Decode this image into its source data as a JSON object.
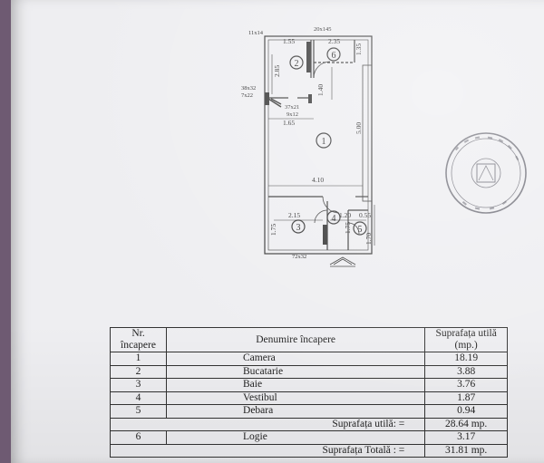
{
  "plan": {
    "dims": {
      "w1_55": "1.55",
      "w2_35": "2.35",
      "h2_85": "2.85",
      "h1_40": "1.40",
      "w1_65": "1.65",
      "h5_00": "5.00",
      "w4_10": "4.10",
      "w2_15": "2.15",
      "w1_20": "1.20",
      "w0_55": "0.55",
      "h1_75a": "1.75",
      "h1_75b": "1.75",
      "h1_70": "1.70",
      "h1_35": "1.35"
    },
    "openings": {
      "o11x14": "11x14",
      "o20x145": "20x145",
      "o38x32": "38x32",
      "o7x22": "7x22",
      "o37x21": "37x21",
      "o9x12": "9x12",
      "o72x32": "72x32"
    },
    "rooms": [
      "1",
      "2",
      "3",
      "4",
      "5",
      "6"
    ]
  },
  "table": {
    "headers": {
      "nr": "Nr. încapere",
      "name": "Denumire încapere",
      "area": "Suprafața utilă (mp.)"
    },
    "rows": [
      {
        "nr": "1",
        "name": "Camera",
        "area": "18.19"
      },
      {
        "nr": "2",
        "name": "Bucatarie",
        "area": "3.88"
      },
      {
        "nr": "3",
        "name": "Baie",
        "area": "3.76"
      },
      {
        "nr": "4",
        "name": "Vestibul",
        "area": "1.87"
      },
      {
        "nr": "5",
        "name": "Debara",
        "area": "0.94"
      }
    ],
    "useful_label": "Suprafața utilă:",
    "useful_eq": "=",
    "useful_value": "28.64 mp.",
    "logie_nr": "6",
    "logie_name": "Logie",
    "logie_area": "3.17",
    "total_label": "Suprafața Totală :",
    "total_eq": "=",
    "total_value": "31.81 mp."
  }
}
